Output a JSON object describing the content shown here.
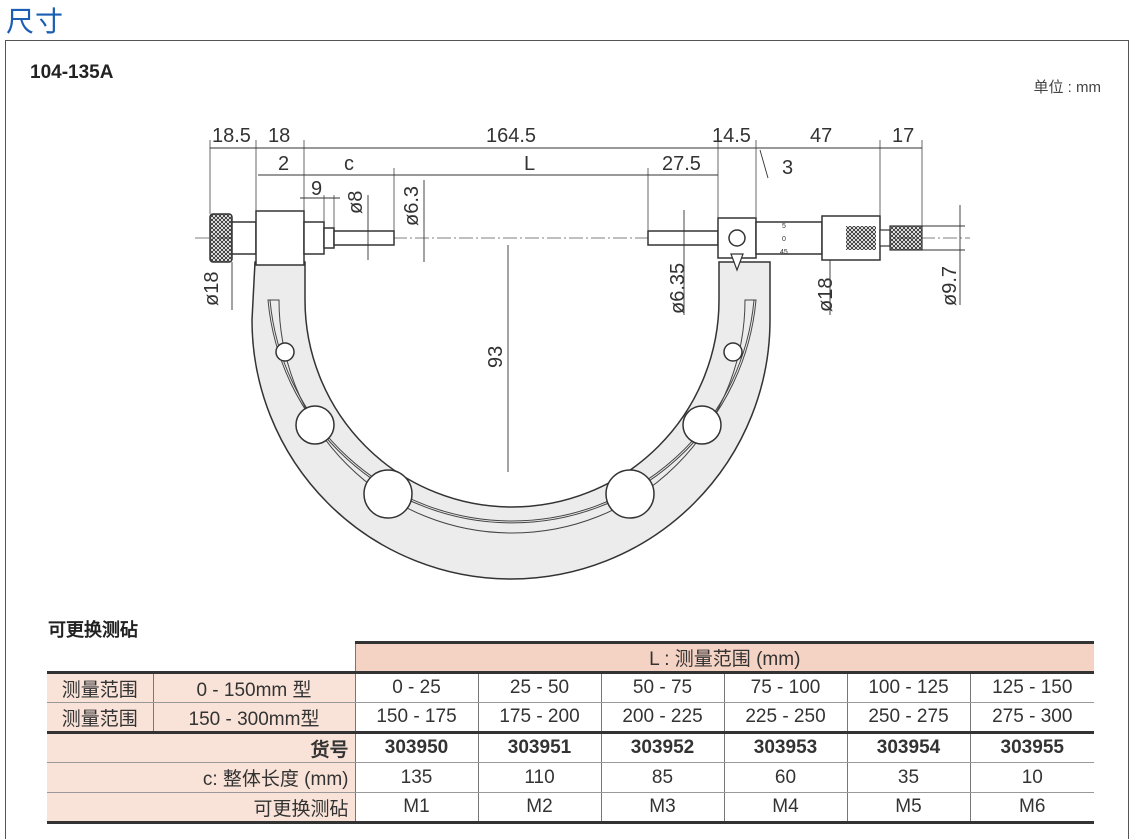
{
  "section_title": "尺寸",
  "model": "104-135A",
  "unit": "单位 : mm",
  "dimensions": {
    "d18_5": "18.5",
    "d18": "18",
    "d164_5": "164.5",
    "d14_5": "14.5",
    "d47": "47",
    "d17": "17",
    "d2": "2",
    "c": "c",
    "L": "L",
    "d27_5": "27.5",
    "d3": "3",
    "d9": "9",
    "dia8": "ø8",
    "dia6_3": "ø6.3",
    "dia18_left": "ø18",
    "dia6_35": "ø6.35",
    "dia18_right": "ø18",
    "dia9_7": "ø9.7",
    "d93": "93",
    "thimble_5": "5",
    "thimble_0": "0",
    "thimble_45": "45"
  },
  "anvils_title": "可更换测砧",
  "table": {
    "header_label": "L : 测量范围 (mm)",
    "rows": [
      {
        "label": "测量范围",
        "sublabel": "0 - 150mm 型",
        "values": [
          "0 - 25",
          "25 - 50",
          "50 - 75",
          "75 - 100",
          "100 - 125",
          "125 - 150"
        ]
      },
      {
        "label": "测量范围",
        "sublabel": "150 - 300mm型",
        "values": [
          "150 - 175",
          "175 - 200",
          "200 - 225",
          "225 - 250",
          "250 - 275",
          "275 - 300"
        ]
      },
      {
        "label": "货号",
        "values": [
          "303950",
          "303951",
          "303952",
          "303953",
          "303954",
          "303955"
        ]
      },
      {
        "label": "c: 整体长度 (mm)",
        "values": [
          "135",
          "110",
          "85",
          "60",
          "35",
          "10"
        ]
      },
      {
        "label": "可更换测砧",
        "values": [
          "M1",
          "M2",
          "M3",
          "M4",
          "M5",
          "M6"
        ]
      }
    ]
  },
  "colors": {
    "title_blue": "#1a5fb4",
    "header_fill": "#f4d2c4",
    "label_fill": "#f9e3d8",
    "frame_fill": "#ececec"
  }
}
